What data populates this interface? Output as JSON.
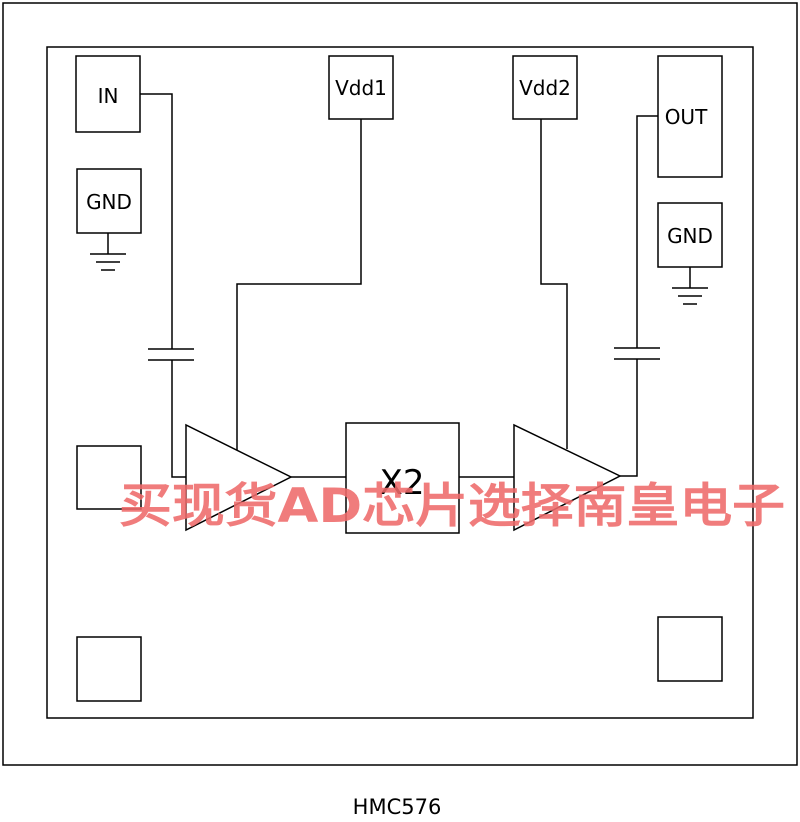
{
  "pads": {
    "in": "IN",
    "vdd1": "Vdd1",
    "vdd2": "Vdd2",
    "out": "OUT",
    "gnd_left": "GND",
    "gnd_right": "GND"
  },
  "multiplier_label": "X2",
  "part_number": "HMC576",
  "watermark": "买现货AD芯片选择南皇电子",
  "colors": {
    "line": "#000000",
    "watermark": "#ef6a6a"
  }
}
